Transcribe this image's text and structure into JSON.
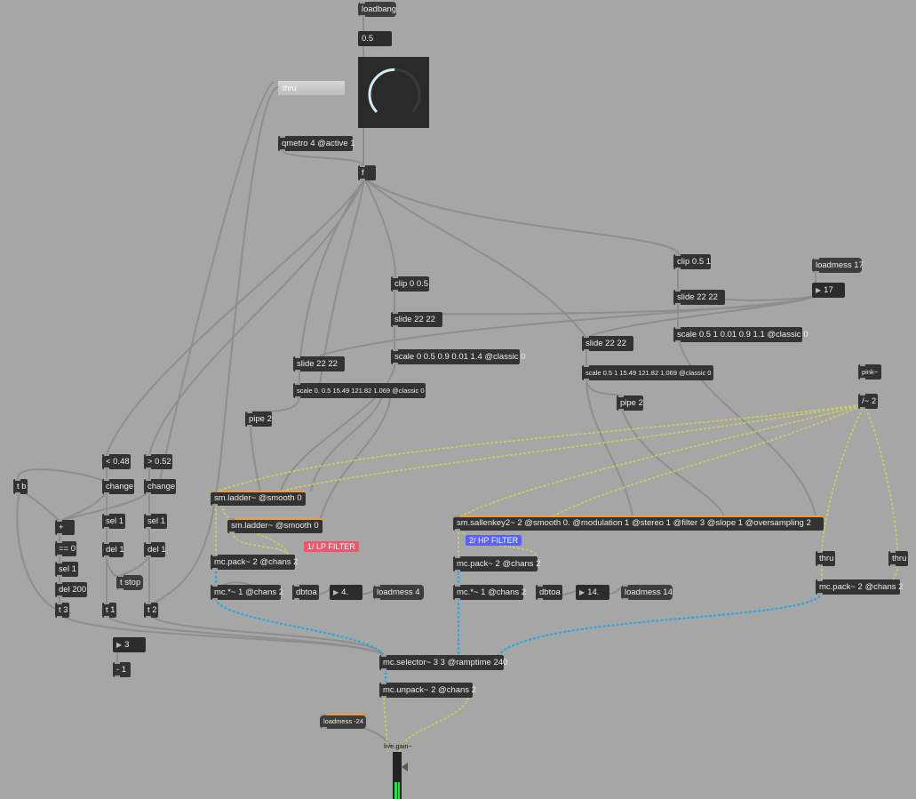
{
  "objects": {
    "loadbang": "loadbang",
    "qmetro": "qmetro 4 @active 1",
    "f": "f",
    "clip_a": "clip 0 0.5",
    "slide_a": "slide 22 22",
    "scale_a": "scale 0 0.5 0.9 0.01 1.4 @classic 0",
    "slide_b": "slide 22 22",
    "scale_b": "scale 0. 0.5 15.49 121.82 1.069 @classic 0",
    "pipe_a": "pipe 2",
    "clip_b": "clip 0.5 1",
    "slide_c": "slide 22 22",
    "scale_c": "scale 0.5 1 0.01 0.9 1.1 @classic 0",
    "slide_d": "slide 22 22",
    "scale_d": "scale 0.5 1 15.49 121.82 1.069 @classic 0",
    "pipe_b": "pipe 2",
    "loadmess17": "loadmess 17",
    "pink": "pink~",
    "div2": "/~ 2",
    "lt": "< 0.48",
    "gt": "> 0.52",
    "tb": "t b",
    "change_a": "change",
    "change_b": "change",
    "plus": "+",
    "eq0": "== 0",
    "sel1_a": "sel 1",
    "sel1_b": "sel 1",
    "sel1_c": "sel 1",
    "del1_a": "del 1",
    "del1_b": "del 1",
    "tstop": "t stop",
    "del200": "del 200",
    "t3": "t 3",
    "t1": "t 1",
    "t2": "t 2",
    "minus1": "- 1",
    "ladder1": "sm.ladder~ @smooth 0",
    "ladder2": "sm.ladder~ @smooth 0",
    "sallen": "sm.sallenkey2~ 2 @smooth 0. @modulation 1 @stereo 1 @filter 3 @slope 1 @oversampling 2",
    "pack_a": "mc.pack~ 2 @chans 2",
    "pack_b": "mc.pack~ 2 @chans 2",
    "pack_c": "mc.pack~ 2 @chans 2",
    "mul_a": "mc.*~ 1 @chans 2",
    "mul_b": "mc.*~ 1 @chans 2",
    "dbtoa_a": "dbtoa",
    "dbtoa_b": "dbtoa",
    "loadmess4": "loadmess 4",
    "loadmess14": "loadmess 14",
    "thru_a": "thru",
    "thru_b": "thru",
    "selector": "mc.selector~ 3 3 @ramptime 240",
    "unpack": "mc.unpack~ 2 @chans 2",
    "loadmess_24": "loadmess -24"
  },
  "numbers": {
    "knob_value": "0.5",
    "n17": "17",
    "n3": "3",
    "n4": "4.",
    "n14": "14."
  },
  "ui": {
    "thru_label": "thru",
    "gain_label": "live.gain~",
    "dial_value": 0.5,
    "meter_level": 0.35
  },
  "comments": {
    "lp": "1/ LP FILTER",
    "hp": "2/ HP FILTER"
  },
  "colors": {
    "canvas": "#a6a6a6",
    "object": "#333333",
    "cord_control": "#9a9a9a",
    "cord_signal": "#c8d25a",
    "cord_mc": "#2aa8e0",
    "lp_comment": "#f0566b",
    "hp_comment": "#5a62f2",
    "dial_arc": "#cfeef4",
    "meter": "#24e04a"
  }
}
